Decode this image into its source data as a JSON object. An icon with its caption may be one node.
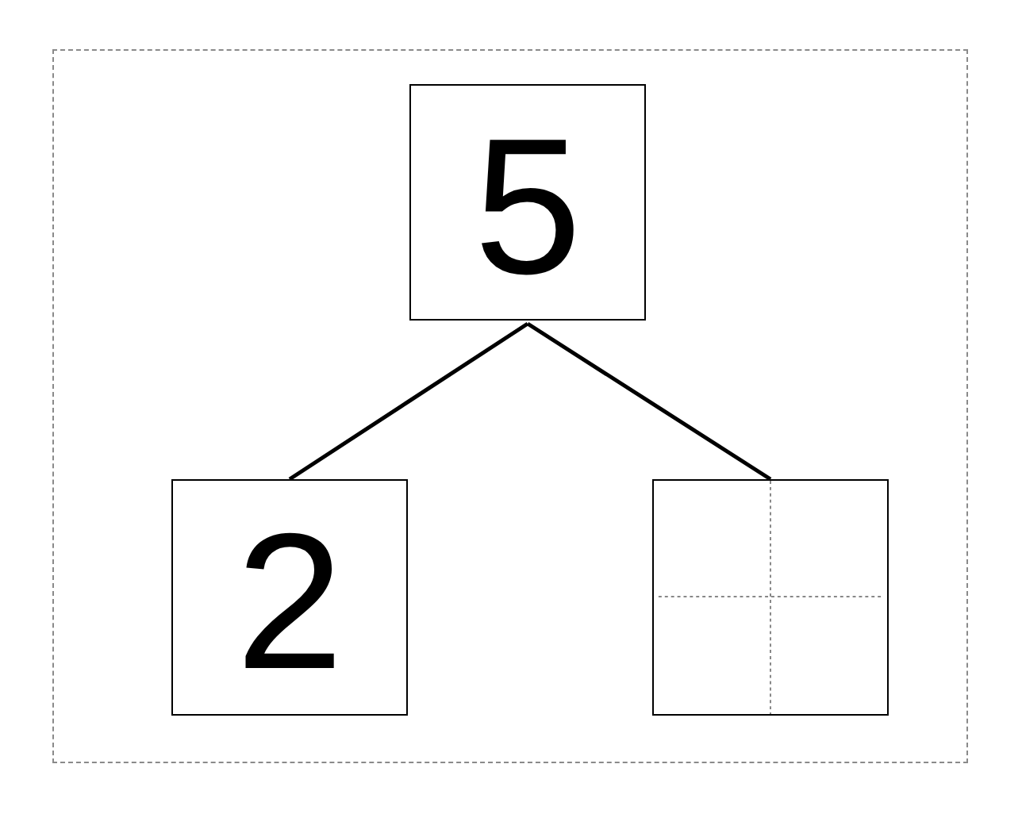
{
  "diagram": {
    "nodes": [
      {
        "text": [
          "5"
        ]
      },
      {
        "text": [
          "2"
        ]
      },
      {
        "text": [],
        "shape": "box"
      }
    ],
    "edges": [
      {
        "from": 0,
        "to": 1,
        "arrow": "none"
      },
      {
        "from": 0,
        "to": 2,
        "arrow": "none"
      }
    ]
  }
}
